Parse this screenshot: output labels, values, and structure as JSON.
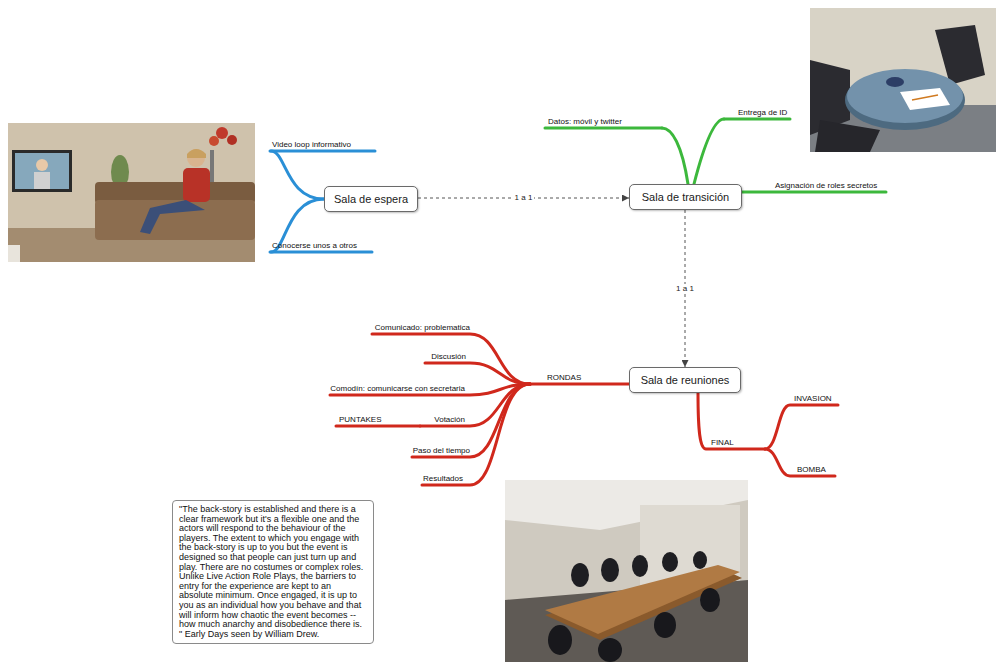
{
  "diagram": {
    "nodes": [
      {
        "text": [
          "Sala de espera"
        ]
      },
      {
        "text": [
          "Sala de transición"
        ]
      },
      {
        "text": [
          "Sala de reuniones"
        ]
      },
      {
        "text": [
          "\"The back-story is established and there is a clear framework but it's a flexible one and the actors will respond to the behaviour of the players. The extent to which you engage with the back-story is up to you but the event is designed so that people can just turn up and play. There are no costumes or complex roles. Unlike Live Action Role Plays, the barriers to entry for the experience are kept to an absolute minimum. Once engaged, it is up to you as an individual how you behave and that will inform how chaotic the event becomes -- how much anarchy and disobedience there is. \" Early Days seen by William Drew."
        ]
      }
    ],
    "edges": [
      {
        "from": 0,
        "to": 1,
        "arrow": "to",
        "label": "1 a 1"
      },
      {
        "from": 1,
        "to": 2,
        "arrow": "to",
        "label": "1 a 1"
      }
    ],
    "labels": [
      "Video loop informativo",
      "Conocerse unos a otros",
      "Datos: móvil y twitter",
      "Entrega de ID",
      "Asignación de roles secretos",
      "Comunicado: problematica",
      "Discusión",
      "RONDAS",
      "Comodín: comunicarse con secretaria",
      "PUNTAKES",
      "Votación",
      "Paso del tiempo",
      "Resultados",
      "INVASION",
      "FINAL",
      "BOMBA"
    ]
  }
}
